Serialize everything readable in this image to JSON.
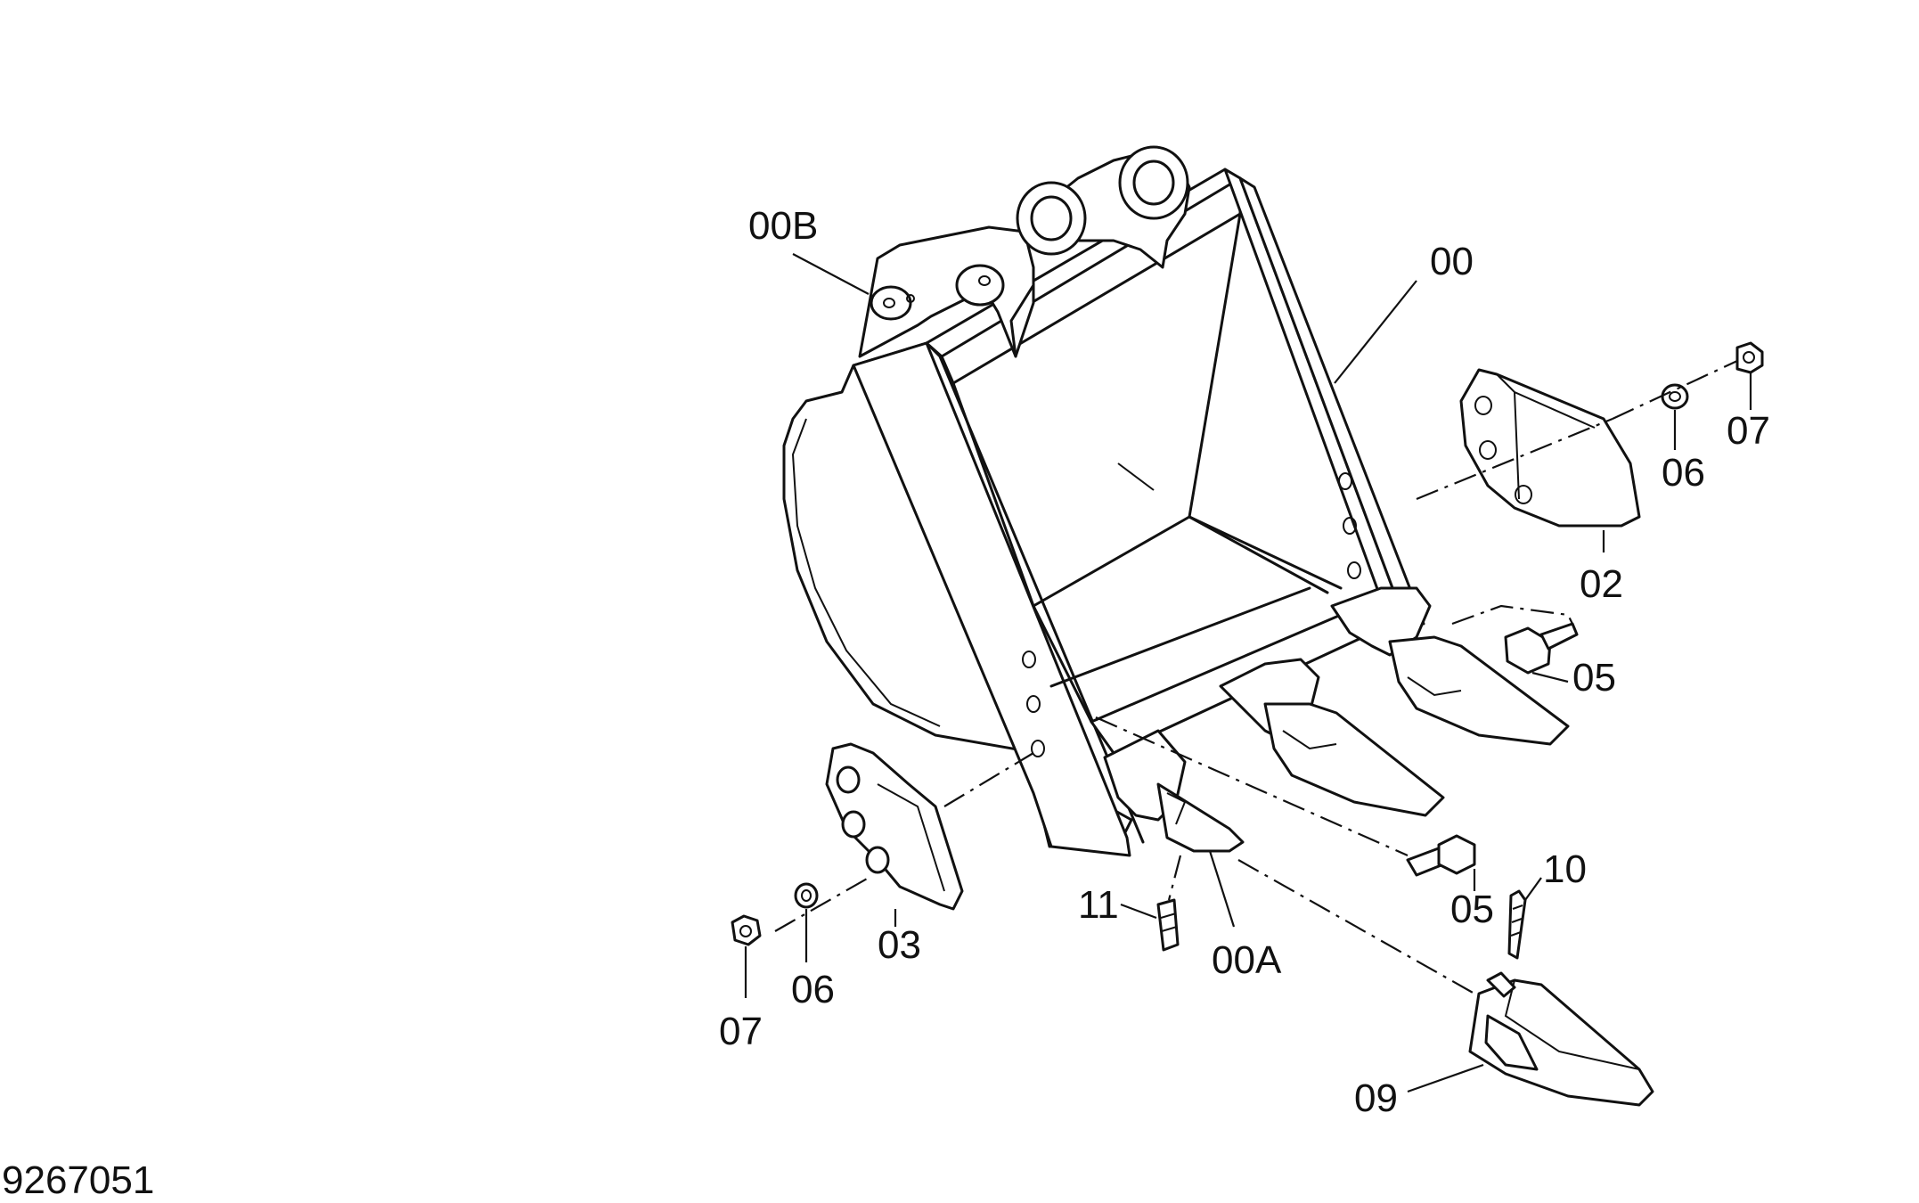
{
  "drawing_number": "9267051",
  "labels": {
    "bucket": "00",
    "tooth_adapter": "00A",
    "bracket_boss": "00B",
    "side_cutter_right": "02",
    "side_cutter_left": "03",
    "bolt_right": "05",
    "bolt_lower": "05",
    "washer_right": "06",
    "washer_left": "06",
    "nut_right": "07",
    "nut_left": "07",
    "tooth_point": "09",
    "pin": "10",
    "lock": "11"
  }
}
